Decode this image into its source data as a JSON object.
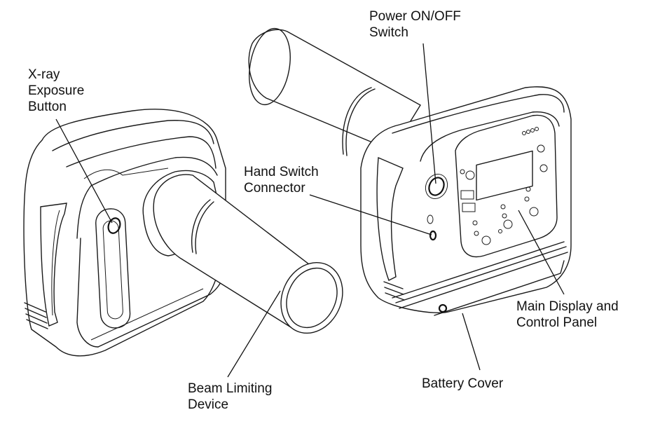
{
  "figure": {
    "subject": "Portable X-ray unit, front and rear views",
    "colors": {
      "line": "#1a1a1a",
      "background": "#ffffff",
      "text": "#111111"
    }
  },
  "callouts": {
    "xray_button": {
      "lines": [
        "X-ray",
        "Exposure",
        "Button"
      ]
    },
    "power_switch": {
      "lines": [
        "Power ON/OFF",
        "Switch"
      ]
    },
    "hand_switch": {
      "lines": [
        "Hand Switch",
        "Connector"
      ]
    },
    "main_display": {
      "lines": [
        "Main Display and",
        "Control Panel"
      ]
    },
    "beam_limiting": {
      "lines": [
        "Beam Limiting",
        "Device"
      ]
    },
    "battery_cover": {
      "lines": [
        "Battery Cover"
      ]
    }
  }
}
